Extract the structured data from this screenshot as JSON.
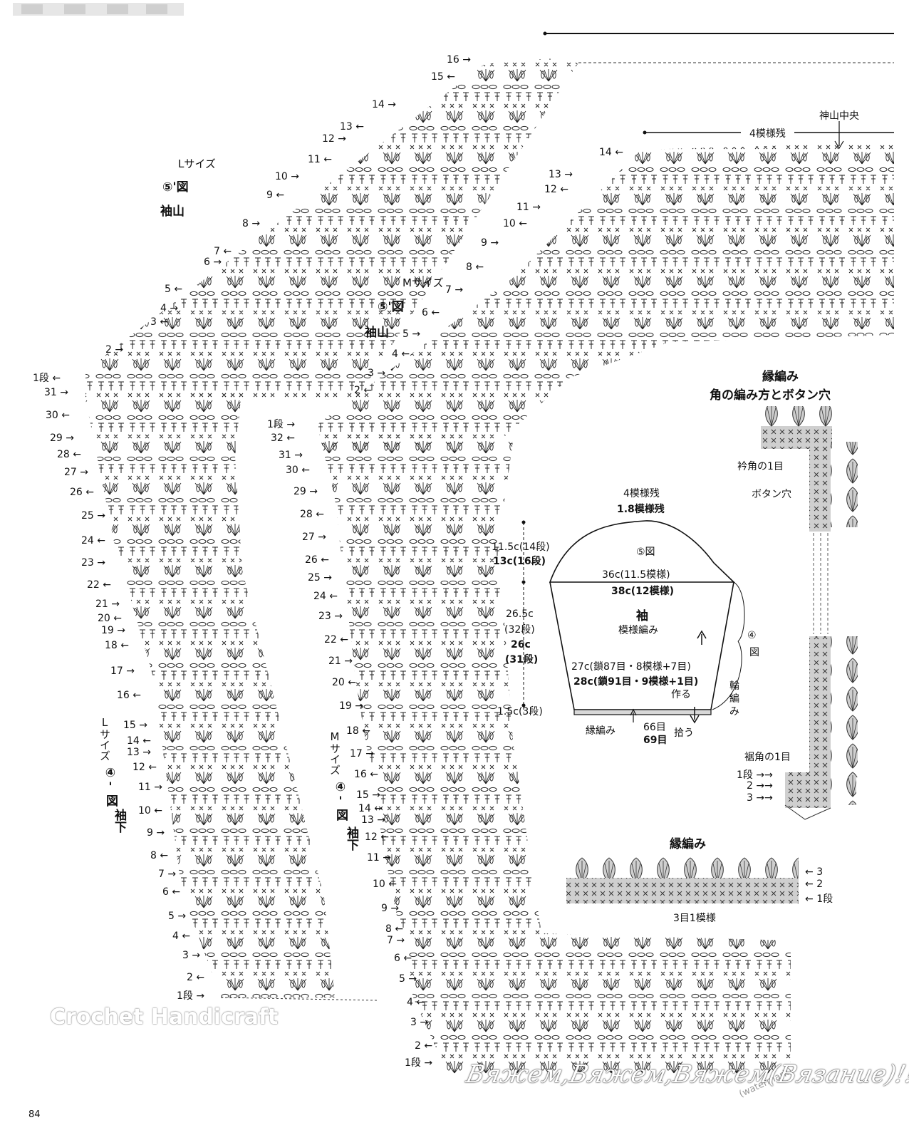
{
  "page_number": "84",
  "watermark": "Crochet Handicraft",
  "signature": "Вяжем,Вяжем,Вяжем(Вязание)!!!",
  "left_top": {
    "size": "Lサイズ",
    "figure": "⑤'図",
    "part": "袖山"
  },
  "left_bottom": {
    "size": "Lサイズ",
    "figure": "④'図",
    "part": "袖下"
  },
  "mid_top": {
    "size": "Mサイズ",
    "figure": "⑤'図",
    "part": "袖山"
  },
  "mid_bottom": {
    "size": "Mサイズ",
    "figure": "④'図",
    "part": "袖下"
  },
  "top_right": {
    "remain": "4模様残",
    "center": "神山中央"
  },
  "edge_corner": {
    "title1": "縁編み",
    "title2": "角の編み方とボタン穴",
    "collar": "衿角の1目",
    "button": "ボタン穴",
    "hem": "裾角の1目",
    "rows": [
      "1段",
      "2",
      "3"
    ]
  },
  "edge": {
    "title": "縁編み",
    "repeat": "3目1模様",
    "rows": [
      "3",
      "2",
      "1段"
    ]
  },
  "schematic": {
    "top1": "4模様残",
    "top2": "1.8模様残",
    "fig5": "⑤図",
    "d11": "11.5c(14段)",
    "d13": "13c(16段)",
    "w36": "36c(11.5模様)",
    "w38": "38c(12模様)",
    "name": "袖",
    "pattern": "模様編み",
    "h265": "26.5c",
    "h32": "(32段)",
    "h26": "26c",
    "h31": "(31段)",
    "b27": "27c(鎖87目・8模様+7目)",
    "b28": "28c(鎖91目・9模様+1目)",
    "make": "作る",
    "ring1": "輪",
    "ring2": "編",
    "ring3": "み",
    "fig4a": "④",
    "fig4b": "図",
    "d15": "1.5c(3段)",
    "edge": "縁編み",
    "s66": "66目",
    "s69": "69目",
    "pick": "拾う"
  },
  "rows_left_top": [
    "16",
    "15",
    "14",
    "13",
    "12",
    "11",
    "10",
    "9",
    "8",
    "7",
    "6",
    "5",
    "4",
    "3",
    "2",
    "1段"
  ],
  "rows_left_mid": [
    "31",
    "30",
    "29",
    "28",
    "27",
    "26",
    "25",
    "24",
    "23",
    "22",
    "21",
    "20",
    "19",
    "18",
    "17",
    "16"
  ],
  "rows_left_bot": [
    "15",
    "14",
    "13",
    "12",
    "11",
    "10",
    "9",
    "8",
    "7",
    "6",
    "5",
    "4",
    "3",
    "2",
    "1段"
  ],
  "rows_mid_top": [
    "14",
    "13",
    "12",
    "11",
    "10",
    "9",
    "8",
    "7",
    "6",
    "5",
    "4",
    "3",
    "2"
  ],
  "rows_mid_mid": [
    "1段",
    "32",
    "31",
    "30",
    "29",
    "28",
    "27",
    "26",
    "25",
    "24",
    "23",
    "22",
    "21",
    "20",
    "19",
    "18",
    "17",
    "16",
    "15",
    "14",
    "13",
    "12",
    "11",
    "10",
    "9",
    "8",
    "7",
    "6",
    "5",
    "4",
    "3",
    "2",
    "1段"
  ]
}
